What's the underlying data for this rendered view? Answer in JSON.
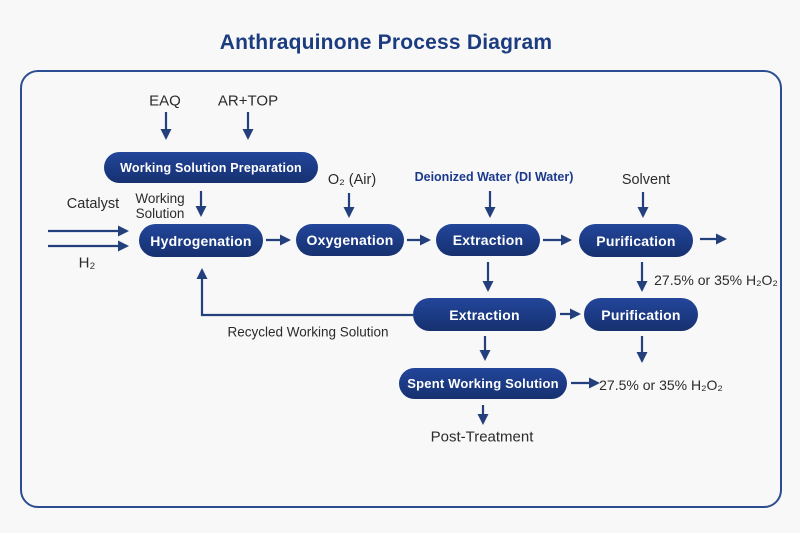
{
  "title": "Anthraquinone Process Diagram",
  "labels": {
    "eaq": "EAQ",
    "ar_top": "AR+TOP",
    "catalyst": "Catalyst",
    "working_line1": "Working",
    "working_line2": "Solution",
    "h2": "H₂",
    "o2_air": "O₂ (Air)",
    "di_water": "Deionized Water (DI Water)",
    "solvent": "Solvent",
    "recycled": "Recycled Working Solution",
    "h2o2_top": "27.5% or 35% H₂O₂",
    "h2o2_bottom": "27.5% or 35% H₂O₂",
    "post_treatment": "Post-Treatment"
  },
  "nodes": {
    "wsp": "Working Solution Preparation",
    "hydrogenation": "Hydrogenation",
    "oxygenation": "Oxygenation",
    "extraction_top": "Extraction",
    "purification_top": "Purification",
    "extraction_mid": "Extraction",
    "purification_mid": "Purification",
    "spent_working_solution": "Spent Working Solution"
  },
  "colors": {
    "node_fill": "#1b3a84",
    "node_text": "#ffffff",
    "arrow": "#23407c",
    "frame_border": "#2d4d92",
    "title_text": "#1c3c80",
    "label_text": "#2b2b2b",
    "di_water_label": "#1c3a8c",
    "background": "#f8f8f9"
  }
}
